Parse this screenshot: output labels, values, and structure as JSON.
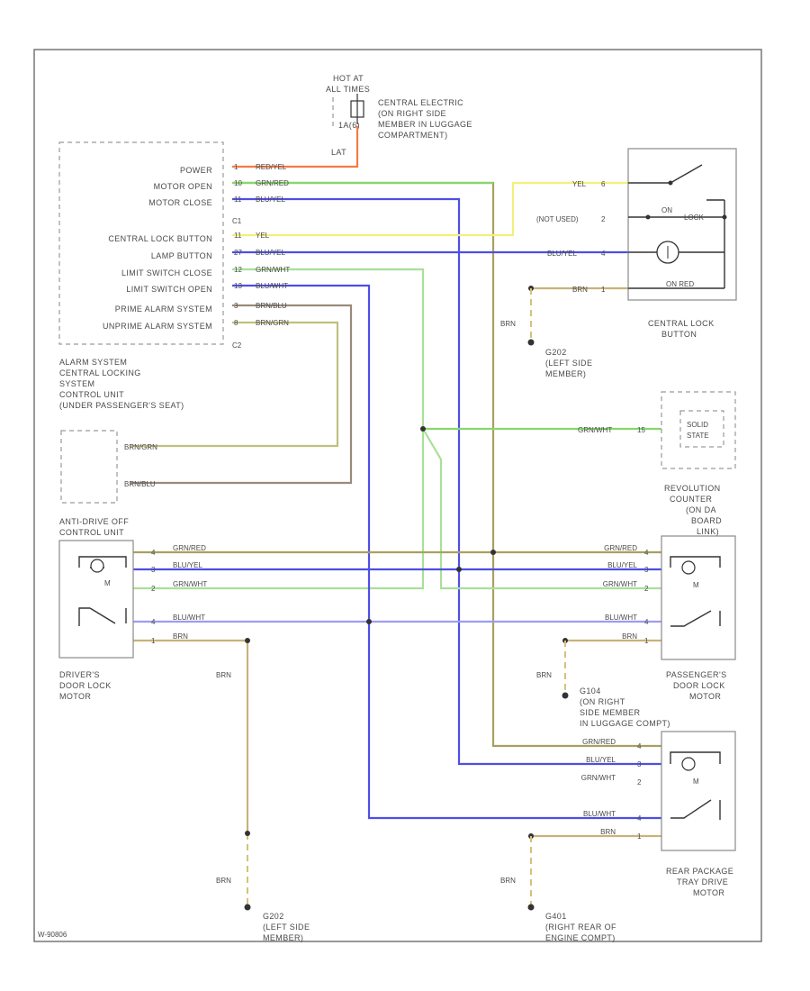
{
  "fuse": {
    "line1": "HOT AT",
    "line2": "ALL TIMES",
    "label": "1A(6)",
    "loc1": "CENTRAL ELECTRIC",
    "loc2": "(ON RIGHT SIDE",
    "loc3": "MEMBER IN LUGGAGE",
    "loc4": "COMPARTMENT)",
    "wire": "LAT"
  },
  "control_unit": {
    "pins": [
      {
        "label": "POWER",
        "num": "1",
        "wire": "RED/YEL"
      },
      {
        "label": "MOTOR OPEN",
        "num": "10",
        "wire": "GRN/RED"
      },
      {
        "label": "MOTOR CLOSE",
        "num": "11",
        "wire": "BLU/YEL"
      },
      {
        "label": "CENTRAL LOCK BUTTON",
        "num": "11",
        "wire": "YEL"
      },
      {
        "label": "LAMP BUTTON",
        "num": "27",
        "wire": "BLU/YEL"
      },
      {
        "label": "LIMIT SWITCH CLOSE",
        "num": "12",
        "wire": "GRN/WHT"
      },
      {
        "label": "LIMIT SWITCH OPEN",
        "num": "13",
        "wire": "BLU/WHT"
      },
      {
        "label": "PRIME ALARM SYSTEM",
        "num": "3",
        "wire": "BRN/BLU"
      },
      {
        "label": "UNPRIME ALARM SYSTEM",
        "num": "8",
        "wire": "BRN/GRN"
      }
    ],
    "conn1": "C1",
    "conn2": "C2",
    "title1": "ALARM SYSTEM",
    "title2": "CENTRAL LOCKING",
    "title3": "SYSTEM",
    "title4": "CONTROL UNIT",
    "title5": "(UNDER PASSENGER'S SEAT)"
  },
  "antidrive": {
    "wire1": "BRN/GRN",
    "wire2": "BRN/BLU",
    "title1": "ANTI-DRIVE OFF",
    "title2": "CONTROL UNIT"
  },
  "central_lock_button": {
    "yel": "YEL",
    "yel_pin": "6",
    "not_used": "(NOT USED)",
    "not_used_pin": "2",
    "bluyel": "BLU/YEL",
    "bluyel_pin": "4",
    "brn": "BRN",
    "brn_pin": "1",
    "small1": "ON",
    "small2": "LOCK",
    "small3": "ON RED",
    "title1": "CENTRAL LOCK",
    "title2": "BUTTON"
  },
  "ground_g202": {
    "wire": "BRN",
    "code": "G202",
    "loc1": "(LEFT SIDE",
    "loc2": "MEMBER)"
  },
  "revolution": {
    "wire": "GRN/WHT",
    "pin": "15",
    "inner1": "SOLID",
    "inner2": "STATE",
    "title1": "REVOLUTION",
    "title2": "COUNTER",
    "title3": "(ON DA",
    "title4": "BOARD",
    "title5": "LINK)"
  },
  "driver_motor": {
    "pins": [
      {
        "num": "4",
        "wire": "GRN/RED"
      },
      {
        "num": "3",
        "wire": "BLU/YEL"
      },
      {
        "num": "2",
        "wire": "GRN/WHT"
      },
      {
        "num": "4",
        "wire": "BLU/WHT"
      },
      {
        "num": "1",
        "wire": "BRN"
      }
    ],
    "m": "M",
    "title1": "DRIVER'S",
    "title2": "DOOR LOCK",
    "title3": "MOTOR"
  },
  "passenger_motor": {
    "pins": [
      {
        "num": "4",
        "wire": "GRN/RED"
      },
      {
        "num": "3",
        "wire": "BLU/YEL"
      },
      {
        "num": "2",
        "wire": "GRN/WHT"
      },
      {
        "num": "4",
        "wire": "BLU/WHT"
      },
      {
        "num": "1",
        "wire": "BRN"
      }
    ],
    "m": "M",
    "title1": "PASSENGER'S",
    "title2": "DOOR LOCK",
    "title3": "MOTOR"
  },
  "ground_g104": {
    "wire": "BRN",
    "code": "G104",
    "loc1": "(ON RIGHT",
    "loc2": "SIDE MEMBER",
    "loc3": "IN LUGGAGE COMPT)"
  },
  "rear_motor": {
    "pins": [
      {
        "num": "4",
        "wire": "GRN/RED"
      },
      {
        "num": "3",
        "wire": "BLU/YEL"
      },
      {
        "num": "2",
        "wire": "GRN/WHT"
      },
      {
        "num": "4",
        "wire": "BLU/WHT"
      },
      {
        "num": "1",
        "wire": "BRN"
      }
    ],
    "m": "M",
    "title1": "REAR PACKAGE",
    "title2": "TRAY DRIVE",
    "title3": "MOTOR"
  },
  "ground_g202b": {
    "wire": "BRN",
    "code": "G202",
    "loc1": "(LEFT SIDE",
    "loc2": "MEMBER)"
  },
  "ground_g401": {
    "wire": "BRN",
    "code": "G401",
    "loc1": "(RIGHT REAR OF",
    "loc2": "ENGINE COMPT)"
  },
  "footer": "W-90806"
}
